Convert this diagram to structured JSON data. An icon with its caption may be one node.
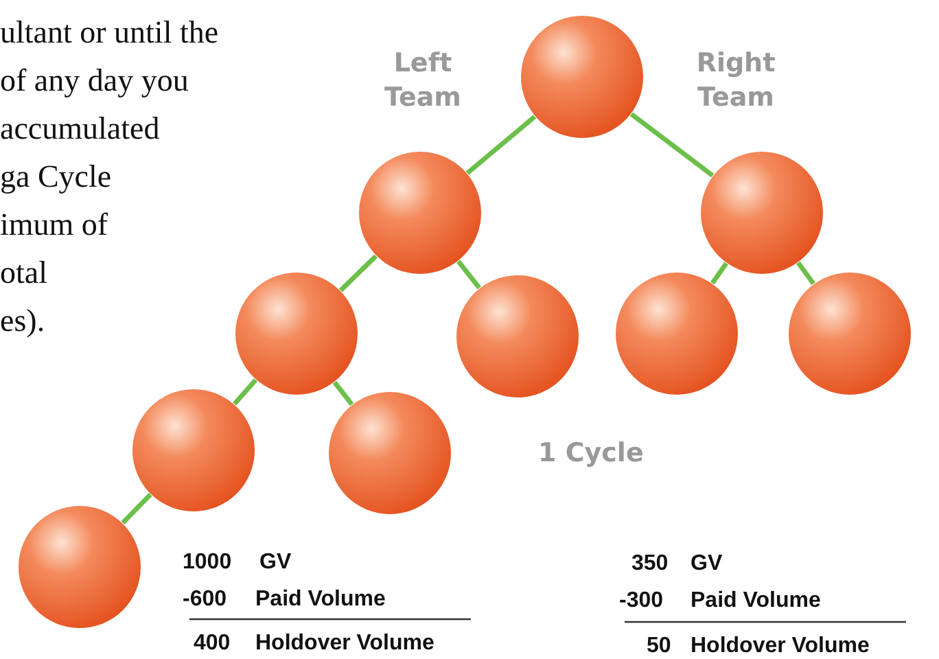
{
  "diagram": {
    "nodes": [
      {
        "text": [],
        "shape": "circle"
      },
      {
        "text": [],
        "shape": "circle"
      },
      {
        "text": [],
        "shape": "circle"
      },
      {
        "text": [],
        "shape": "circle"
      },
      {
        "text": [],
        "shape": "circle"
      },
      {
        "text": [],
        "shape": "circle"
      },
      {
        "text": [],
        "shape": "circle"
      },
      {
        "text": [],
        "shape": "circle"
      },
      {
        "text": [],
        "shape": "circle"
      },
      {
        "text": [],
        "shape": "circle"
      }
    ],
    "edges": [
      {
        "from": 0,
        "to": 1,
        "arrow": "none"
      },
      {
        "from": 0,
        "to": 2,
        "arrow": "none"
      },
      {
        "from": 1,
        "to": 3,
        "arrow": "none"
      },
      {
        "from": 1,
        "to": 4,
        "arrow": "none"
      },
      {
        "from": 2,
        "to": 5,
        "arrow": "none"
      },
      {
        "from": 2,
        "to": 6,
        "arrow": "none"
      },
      {
        "from": 3,
        "to": 7,
        "arrow": "none"
      },
      {
        "from": 3,
        "to": 8,
        "arrow": "none"
      },
      {
        "from": 7,
        "to": 9,
        "arrow": "none"
      }
    ],
    "labels": [
      "ultant or until the",
      "of any day you",
      "accumulated",
      "ga Cycle",
      "imum of",
      "otal",
      "es).",
      "Left Team",
      "Right Team",
      "1 Cycle",
      "1000",
      "GV",
      "-600",
      "Paid Volume",
      "400",
      "Holdover Volume",
      "350",
      "GV",
      "-300",
      "Paid Volume",
      "50",
      "Holdover Volume"
    ]
  }
}
